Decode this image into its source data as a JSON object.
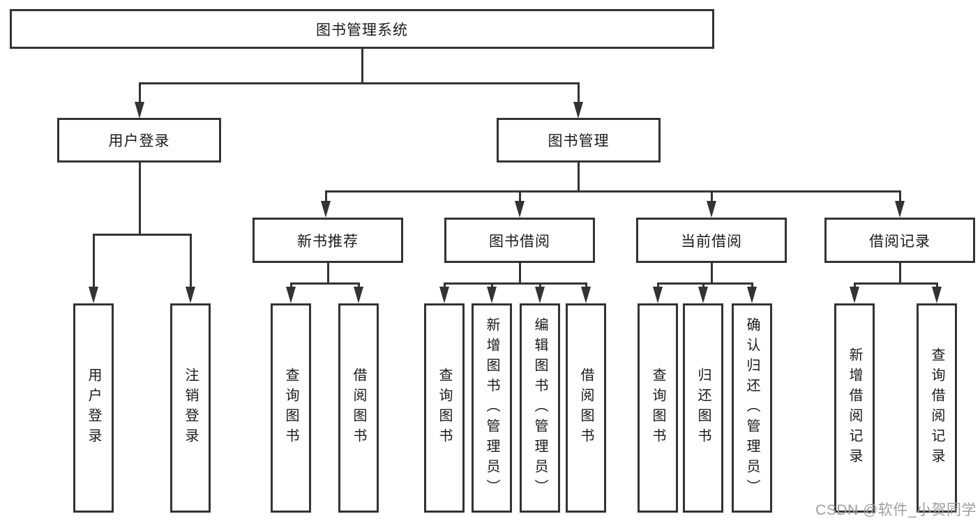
{
  "colors": {
    "line": "#333333",
    "text": "#1a1a1a",
    "watermark": "#9e9e9e",
    "background": "#ffffff"
  },
  "watermark": {
    "text": "CSDN @软件_小贺同学"
  },
  "diagram": {
    "type": "tree",
    "root": {
      "label": "图书管理系统"
    },
    "branches": [
      {
        "label": "用户登录",
        "children": [
          {
            "label": "用户登录"
          },
          {
            "label": "注销登录"
          }
        ]
      },
      {
        "label": "图书管理",
        "children": [
          {
            "label": "新书推荐",
            "children": [
              {
                "label": "查询图书"
              },
              {
                "label": "借阅图书"
              }
            ]
          },
          {
            "label": "图书借阅",
            "children": [
              {
                "label": "查询图书"
              },
              {
                "label": "新增图书（管理员）"
              },
              {
                "label": "编辑图书（管理员）"
              },
              {
                "label": "借阅图书"
              }
            ]
          },
          {
            "label": "当前借阅",
            "children": [
              {
                "label": "查询图书"
              },
              {
                "label": "归还图书"
              },
              {
                "label": "确认归还（管理员）"
              }
            ]
          },
          {
            "label": "借阅记录",
            "children": [
              {
                "label": "新增借阅记录"
              },
              {
                "label": "查询借阅记录"
              }
            ]
          }
        ]
      }
    ]
  }
}
